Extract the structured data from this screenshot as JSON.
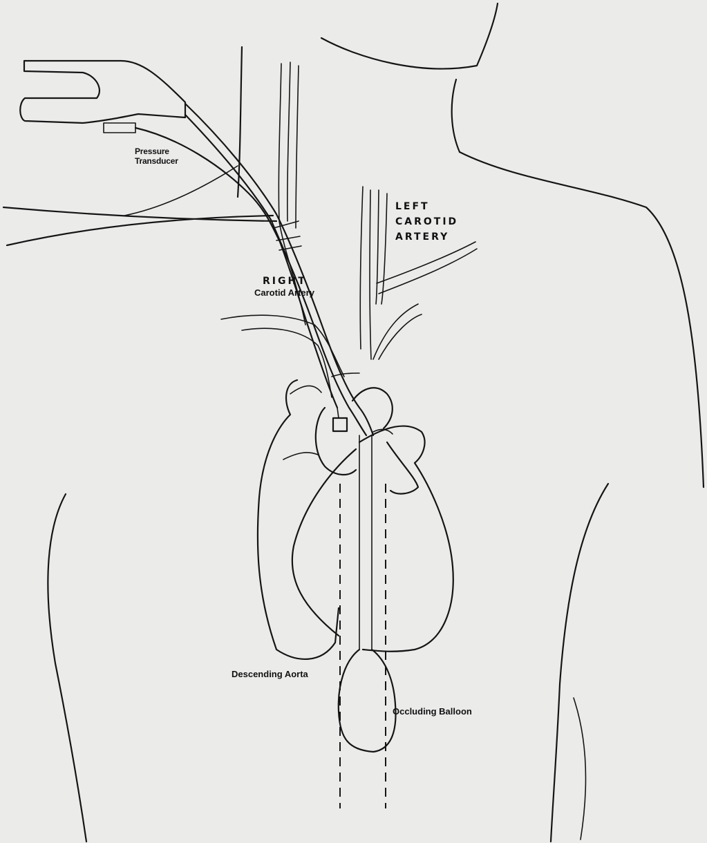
{
  "labels": {
    "pressure_transducer": [
      "Pressure",
      "Transducer"
    ],
    "left_carotid": [
      "LEFT",
      "CAROTID",
      "ARTERY"
    ],
    "right_carotid": [
      "RIGHT",
      "Carotid Artery"
    ],
    "descending_aorta": "Descending Aorta",
    "occluding_balloon": "Occluding Balloon"
  },
  "colors": {
    "background": "#ebebea",
    "ink": "#151515"
  }
}
